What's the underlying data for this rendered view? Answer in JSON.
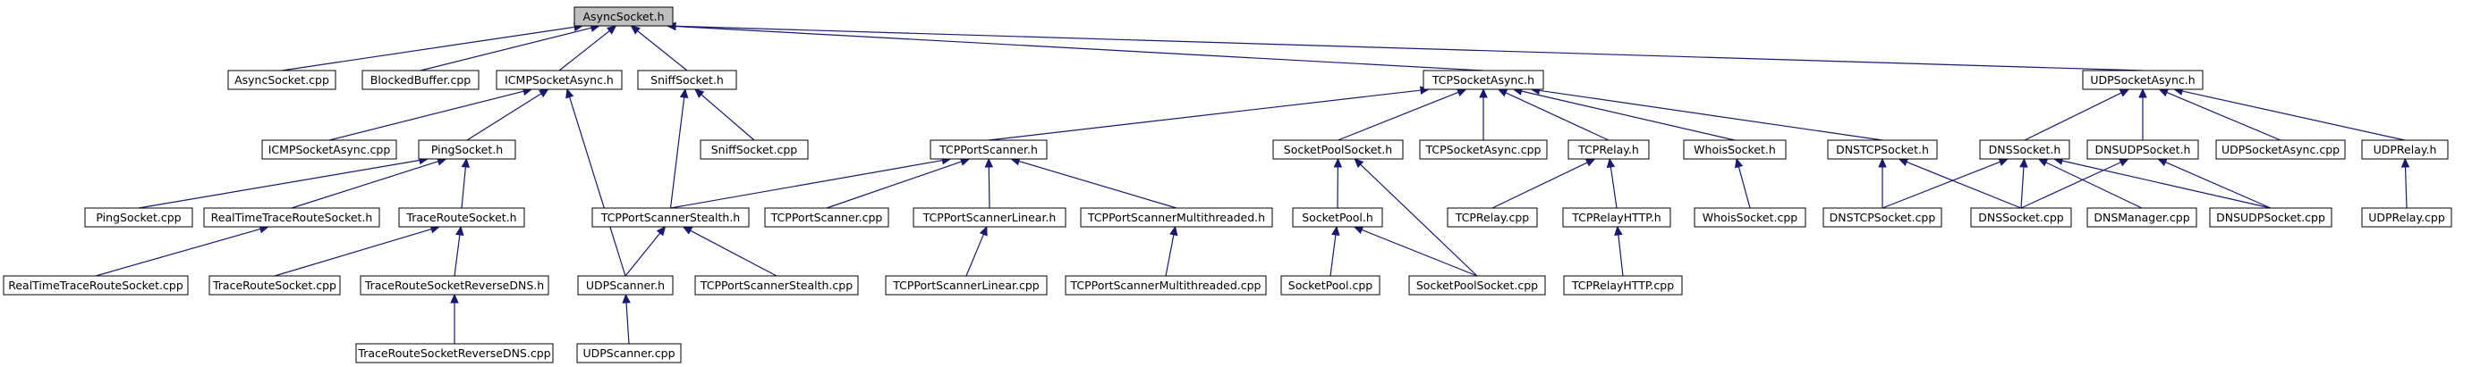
{
  "nodes": [
    {
      "id": "AsyncSocket.h",
      "label": "AsyncSocket.h",
      "root": true
    },
    {
      "id": "AsyncSocket.cpp",
      "label": "AsyncSocket.cpp"
    },
    {
      "id": "BlockedBuffer.cpp",
      "label": "BlockedBuffer.cpp"
    },
    {
      "id": "ICMPSocketAsync.h",
      "label": "ICMPSocketAsync.h"
    },
    {
      "id": "SniffSocket.h",
      "label": "SniffSocket.h"
    },
    {
      "id": "TCPSocketAsync.h",
      "label": "TCPSocketAsync.h"
    },
    {
      "id": "UDPSocketAsync.h",
      "label": "UDPSocketAsync.h"
    },
    {
      "id": "ICMPSocketAsync.cpp",
      "label": "ICMPSocketAsync.cpp"
    },
    {
      "id": "PingSocket.h",
      "label": "PingSocket.h"
    },
    {
      "id": "SniffSocket.cpp",
      "label": "SniffSocket.cpp"
    },
    {
      "id": "TCPPortScanner.h",
      "label": "TCPPortScanner.h"
    },
    {
      "id": "SocketPoolSocket.h",
      "label": "SocketPoolSocket.h"
    },
    {
      "id": "TCPSocketAsync.cpp",
      "label": "TCPSocketAsync.cpp"
    },
    {
      "id": "TCPRelay.h",
      "label": "TCPRelay.h"
    },
    {
      "id": "WhoisSocket.h",
      "label": "WhoisSocket.h"
    },
    {
      "id": "DNSTCPSocket.h",
      "label": "DNSTCPSocket.h"
    },
    {
      "id": "DNSSocket.h",
      "label": "DNSSocket.h"
    },
    {
      "id": "DNSUDPSocket.h",
      "label": "DNSUDPSocket.h"
    },
    {
      "id": "UDPSocketAsync.cpp",
      "label": "UDPSocketAsync.cpp"
    },
    {
      "id": "UDPRelay.h",
      "label": "UDPRelay.h"
    },
    {
      "id": "PingSocket.cpp",
      "label": "PingSocket.cpp"
    },
    {
      "id": "RealTimeTraceRouteSocket.h",
      "label": "RealTimeTraceRouteSocket.h"
    },
    {
      "id": "TraceRouteSocket.h",
      "label": "TraceRouteSocket.h"
    },
    {
      "id": "TCPPortScannerStealth.h",
      "label": "TCPPortScannerStealth.h"
    },
    {
      "id": "TCPPortScanner.cpp",
      "label": "TCPPortScanner.cpp"
    },
    {
      "id": "TCPPortScannerLinear.h",
      "label": "TCPPortScannerLinear.h"
    },
    {
      "id": "TCPPortScannerMultithreaded.h",
      "label": "TCPPortScannerMultithreaded.h"
    },
    {
      "id": "SocketPool.h",
      "label": "SocketPool.h"
    },
    {
      "id": "TCPRelay.cpp",
      "label": "TCPRelay.cpp"
    },
    {
      "id": "TCPRelayHTTP.h",
      "label": "TCPRelayHTTP.h"
    },
    {
      "id": "WhoisSocket.cpp",
      "label": "WhoisSocket.cpp"
    },
    {
      "id": "DNSTCPSocket.cpp",
      "label": "DNSTCPSocket.cpp"
    },
    {
      "id": "DNSSocket.cpp",
      "label": "DNSSocket.cpp"
    },
    {
      "id": "DNSManager.cpp",
      "label": "DNSManager.cpp"
    },
    {
      "id": "DNSUDPSocket.cpp",
      "label": "DNSUDPSocket.cpp"
    },
    {
      "id": "UDPRelay.cpp",
      "label": "UDPRelay.cpp"
    },
    {
      "id": "RealTimeTraceRouteSocket.cpp",
      "label": "RealTimeTraceRouteSocket.cpp"
    },
    {
      "id": "TraceRouteSocket.cpp",
      "label": "TraceRouteSocket.cpp"
    },
    {
      "id": "TraceRouteSocketReverseDNS.h",
      "label": "TraceRouteSocketReverseDNS.h"
    },
    {
      "id": "UDPScanner.h",
      "label": "UDPScanner.h"
    },
    {
      "id": "TCPPortScannerStealth.cpp",
      "label": "TCPPortScannerStealth.cpp"
    },
    {
      "id": "TCPPortScannerLinear.cpp",
      "label": "TCPPortScannerLinear.cpp"
    },
    {
      "id": "TCPPortScannerMultithreaded.cpp",
      "label": "TCPPortScannerMultithreaded.cpp"
    },
    {
      "id": "SocketPool.cpp",
      "label": "SocketPool.cpp"
    },
    {
      "id": "SocketPoolSocket.cpp",
      "label": "SocketPoolSocket.cpp"
    },
    {
      "id": "TCPRelayHTTP.cpp",
      "label": "TCPRelayHTTP.cpp"
    },
    {
      "id": "TraceRouteSocketReverseDNS.cpp",
      "label": "TraceRouteSocketReverseDNS.cpp"
    },
    {
      "id": "UDPScanner.cpp",
      "label": "UDPScanner.cpp"
    }
  ],
  "edges": [
    {
      "from": "AsyncSocket.cpp",
      "to": "AsyncSocket.h"
    },
    {
      "from": "BlockedBuffer.cpp",
      "to": "AsyncSocket.h"
    },
    {
      "from": "ICMPSocketAsync.h",
      "to": "AsyncSocket.h"
    },
    {
      "from": "SniffSocket.h",
      "to": "AsyncSocket.h"
    },
    {
      "from": "TCPSocketAsync.h",
      "to": "AsyncSocket.h"
    },
    {
      "from": "UDPSocketAsync.h",
      "to": "AsyncSocket.h"
    },
    {
      "from": "ICMPSocketAsync.cpp",
      "to": "ICMPSocketAsync.h"
    },
    {
      "from": "PingSocket.h",
      "to": "ICMPSocketAsync.h"
    },
    {
      "from": "UDPScanner.h",
      "to": "ICMPSocketAsync.h"
    },
    {
      "from": "SniffSocket.cpp",
      "to": "SniffSocket.h"
    },
    {
      "from": "TCPPortScannerStealth.h",
      "to": "SniffSocket.h"
    },
    {
      "from": "TCPPortScanner.h",
      "to": "TCPSocketAsync.h"
    },
    {
      "from": "SocketPoolSocket.h",
      "to": "TCPSocketAsync.h"
    },
    {
      "from": "TCPSocketAsync.cpp",
      "to": "TCPSocketAsync.h"
    },
    {
      "from": "TCPRelay.h",
      "to": "TCPSocketAsync.h"
    },
    {
      "from": "WhoisSocket.h",
      "to": "TCPSocketAsync.h"
    },
    {
      "from": "DNSTCPSocket.h",
      "to": "TCPSocketAsync.h"
    },
    {
      "from": "DNSSocket.h",
      "to": "UDPSocketAsync.h"
    },
    {
      "from": "DNSUDPSocket.h",
      "to": "UDPSocketAsync.h"
    },
    {
      "from": "UDPSocketAsync.cpp",
      "to": "UDPSocketAsync.h"
    },
    {
      "from": "UDPRelay.h",
      "to": "UDPSocketAsync.h"
    },
    {
      "from": "PingSocket.cpp",
      "to": "PingSocket.h"
    },
    {
      "from": "RealTimeTraceRouteSocket.h",
      "to": "PingSocket.h"
    },
    {
      "from": "TraceRouteSocket.h",
      "to": "PingSocket.h"
    },
    {
      "from": "TCPPortScannerStealth.h",
      "to": "TCPPortScanner.h"
    },
    {
      "from": "TCPPortScanner.cpp",
      "to": "TCPPortScanner.h"
    },
    {
      "from": "TCPPortScannerLinear.h",
      "to": "TCPPortScanner.h"
    },
    {
      "from": "TCPPortScannerMultithreaded.h",
      "to": "TCPPortScanner.h"
    },
    {
      "from": "SocketPool.h",
      "to": "SocketPoolSocket.h"
    },
    {
      "from": "SocketPoolSocket.cpp",
      "to": "SocketPoolSocket.h"
    },
    {
      "from": "TCPRelay.cpp",
      "to": "TCPRelay.h"
    },
    {
      "from": "TCPRelayHTTP.h",
      "to": "TCPRelay.h"
    },
    {
      "from": "WhoisSocket.cpp",
      "to": "WhoisSocket.h"
    },
    {
      "from": "DNSTCPSocket.cpp",
      "to": "DNSTCPSocket.h"
    },
    {
      "from": "DNSSocket.cpp",
      "to": "DNSTCPSocket.h"
    },
    {
      "from": "DNSTCPSocket.cpp",
      "to": "DNSSocket.h"
    },
    {
      "from": "DNSSocket.cpp",
      "to": "DNSSocket.h"
    },
    {
      "from": "DNSManager.cpp",
      "to": "DNSSocket.h"
    },
    {
      "from": "DNSUDPSocket.cpp",
      "to": "DNSSocket.h"
    },
    {
      "from": "DNSSocket.cpp",
      "to": "DNSUDPSocket.h"
    },
    {
      "from": "DNSUDPSocket.cpp",
      "to": "DNSUDPSocket.h"
    },
    {
      "from": "UDPRelay.cpp",
      "to": "UDPRelay.h"
    },
    {
      "from": "RealTimeTraceRouteSocket.cpp",
      "to": "RealTimeTraceRouteSocket.h"
    },
    {
      "from": "TraceRouteSocket.cpp",
      "to": "TraceRouteSocket.h"
    },
    {
      "from": "TraceRouteSocketReverseDNS.h",
      "to": "TraceRouteSocket.h"
    },
    {
      "from": "UDPScanner.h",
      "to": "TCPPortScannerStealth.h"
    },
    {
      "from": "TCPPortScannerStealth.cpp",
      "to": "TCPPortScannerStealth.h"
    },
    {
      "from": "TCPPortScannerLinear.cpp",
      "to": "TCPPortScannerLinear.h"
    },
    {
      "from": "TCPPortScannerMultithreaded.cpp",
      "to": "TCPPortScannerMultithreaded.h"
    },
    {
      "from": "SocketPool.cpp",
      "to": "SocketPool.h"
    },
    {
      "from": "SocketPoolSocket.cpp",
      "to": "SocketPool.h"
    },
    {
      "from": "TCPRelayHTTP.cpp",
      "to": "TCPRelayHTTP.h"
    },
    {
      "from": "TraceRouteSocketReverseDNS.cpp",
      "to": "TraceRouteSocketReverseDNS.h"
    },
    {
      "from": "UDPScanner.cpp",
      "to": "UDPScanner.h"
    }
  ],
  "colors": {
    "edge": "#191970",
    "root_fill": "#bfbfbf",
    "node_fill": "#ffffff",
    "node_border": "#000000"
  }
}
